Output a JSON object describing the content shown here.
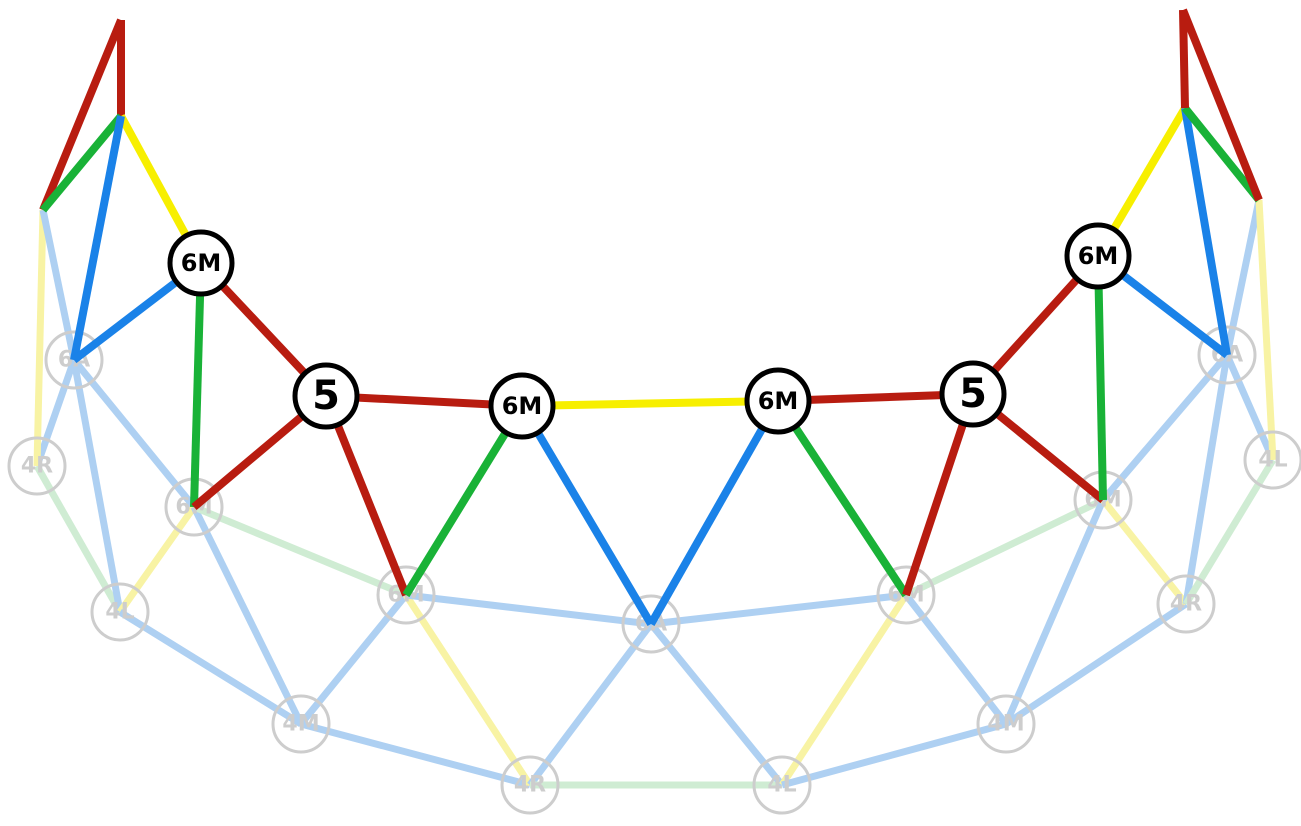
{
  "colors": {
    "red": "#b81c10",
    "green": "#19b237",
    "blue": "#1a82e8",
    "yellow": "#f7ef00",
    "faded_blue": "#aed0f2",
    "faded_green": "#cfecd3",
    "faded_yellow": "#f8f3a4",
    "faded_ring": "#cdcdcd",
    "ring": "#000000"
  },
  "nodes": [
    {
      "id": "tl_top",
      "kind": "point",
      "label": ""
    },
    {
      "id": "tl_mid",
      "kind": "point",
      "label": ""
    },
    {
      "id": "tl_left",
      "kind": "point",
      "label": ""
    },
    {
      "id": "tr_top",
      "kind": "point",
      "label": ""
    },
    {
      "id": "tr_mid",
      "kind": "point",
      "label": ""
    },
    {
      "id": "tr_right",
      "kind": "point",
      "label": ""
    },
    {
      "id": "a1",
      "kind": "hub",
      "label": "6M"
    },
    {
      "id": "a2",
      "kind": "hub",
      "label": "5"
    },
    {
      "id": "a3",
      "kind": "hub",
      "label": "6M"
    },
    {
      "id": "a4",
      "kind": "hub",
      "label": "6M"
    },
    {
      "id": "a5",
      "kind": "hub",
      "label": "5"
    },
    {
      "id": "a6",
      "kind": "hub",
      "label": "6M"
    },
    {
      "id": "f_4r_l",
      "kind": "faded-hub",
      "label": "4R"
    },
    {
      "id": "f_4l_r",
      "kind": "faded-hub",
      "label": "4L"
    },
    {
      "id": "f_6a_l",
      "kind": "faded-hub",
      "label": "6A"
    },
    {
      "id": "f_6a_r",
      "kind": "faded-hub",
      "label": "6A"
    },
    {
      "id": "f_6m_l",
      "kind": "faded-hub",
      "label": "6M"
    },
    {
      "id": "f_6m_r",
      "kind": "faded-hub",
      "label": "6M"
    },
    {
      "id": "f_4l_l",
      "kind": "faded-hub",
      "label": "4L"
    },
    {
      "id": "f_4r_r",
      "kind": "faded-hub",
      "label": "4R"
    },
    {
      "id": "f_6m_cl",
      "kind": "faded-hub",
      "label": "6M"
    },
    {
      "id": "f_6a_c",
      "kind": "faded-hub",
      "label": "6A"
    },
    {
      "id": "f_6m_cr",
      "kind": "faded-hub",
      "label": "6M"
    },
    {
      "id": "f_4m_l",
      "kind": "faded-hub",
      "label": "4M"
    },
    {
      "id": "f_4m_r",
      "kind": "faded-hub",
      "label": "4M"
    },
    {
      "id": "f_4r_b",
      "kind": "faded-hub",
      "label": "4R"
    },
    {
      "id": "f_4l_b",
      "kind": "faded-hub",
      "label": "4L"
    }
  ],
  "struts": [
    {
      "from": "f_4r_l",
      "to": "f_6a_l",
      "color": "faded_blue"
    },
    {
      "from": "f_4r_l",
      "to": "f_4l_l",
      "color": "faded_green"
    },
    {
      "from": "tl_left",
      "to": "f_4r_l",
      "color": "faded_yellow"
    },
    {
      "from": "tl_left",
      "to": "f_6a_l",
      "color": "faded_blue"
    },
    {
      "from": "f_6a_l",
      "to": "f_4l_l",
      "color": "faded_blue"
    },
    {
      "from": "f_6a_l",
      "to": "f_6m_l",
      "color": "faded_blue"
    },
    {
      "from": "f_4l_l",
      "to": "f_6m_l",
      "color": "faded_yellow"
    },
    {
      "from": "f_6m_l",
      "to": "f_4m_l",
      "color": "faded_blue"
    },
    {
      "from": "f_4l_l",
      "to": "f_4m_l",
      "color": "faded_blue"
    },
    {
      "from": "f_6m_l",
      "to": "f_6m_cl",
      "color": "faded_green"
    },
    {
      "from": "f_4m_l",
      "to": "f_6m_cl",
      "color": "faded_blue"
    },
    {
      "from": "f_4m_l",
      "to": "f_4r_b",
      "color": "faded_blue"
    },
    {
      "from": "f_6m_cl",
      "to": "f_4r_b",
      "color": "faded_yellow"
    },
    {
      "from": "f_6m_cl",
      "to": "f_6a_c",
      "color": "faded_blue"
    },
    {
      "from": "f_4r_b",
      "to": "f_6a_c",
      "color": "faded_blue"
    },
    {
      "from": "f_4r_b",
      "to": "f_4l_b",
      "color": "faded_green"
    },
    {
      "from": "f_6a_c",
      "to": "f_4l_b",
      "color": "faded_blue"
    },
    {
      "from": "f_6a_c",
      "to": "f_6m_cr",
      "color": "faded_blue"
    },
    {
      "from": "f_4l_b",
      "to": "f_6m_cr",
      "color": "faded_yellow"
    },
    {
      "from": "f_4l_b",
      "to": "f_4m_r",
      "color": "faded_blue"
    },
    {
      "from": "f_6m_cr",
      "to": "f_4m_r",
      "color": "faded_blue"
    },
    {
      "from": "f_6m_cr",
      "to": "f_6m_r",
      "color": "faded_green"
    },
    {
      "from": "f_4m_r",
      "to": "f_6m_r",
      "color": "faded_blue"
    },
    {
      "from": "f_4m_r",
      "to": "f_4r_r",
      "color": "faded_blue"
    },
    {
      "from": "f_6m_r",
      "to": "f_4r_r",
      "color": "faded_yellow"
    },
    {
      "from": "f_6m_r",
      "to": "f_6a_r",
      "color": "faded_blue"
    },
    {
      "from": "f_4r_r",
      "to": "f_6a_r",
      "color": "faded_blue"
    },
    {
      "from": "f_4r_r",
      "to": "f_4l_r",
      "color": "faded_green"
    },
    {
      "from": "f_6a_r",
      "to": "f_4l_r",
      "color": "faded_blue"
    },
    {
      "from": "f_6a_r",
      "to": "tr_right",
      "color": "faded_blue"
    },
    {
      "from": "tr_right",
      "to": "f_4l_r",
      "color": "faded_yellow"
    },
    {
      "from": "tl_top",
      "to": "tl_mid",
      "color": "red"
    },
    {
      "from": "tl_top",
      "to": "tl_left",
      "color": "red"
    },
    {
      "from": "tl_left",
      "to": "tl_mid",
      "color": "green"
    },
    {
      "from": "tl_mid",
      "to": "a1",
      "color": "yellow"
    },
    {
      "from": "tl_mid",
      "to": "f_6a_l",
      "color": "blue"
    },
    {
      "from": "f_6a_l",
      "to": "a1",
      "color": "blue"
    },
    {
      "from": "a1",
      "to": "f_6m_l",
      "color": "green"
    },
    {
      "from": "a1",
      "to": "a2",
      "color": "red"
    },
    {
      "from": "a2",
      "to": "f_6m_l",
      "color": "red"
    },
    {
      "from": "a2",
      "to": "a3",
      "color": "red"
    },
    {
      "from": "a2",
      "to": "f_6m_cl",
      "color": "red"
    },
    {
      "from": "a3",
      "to": "f_6m_cl",
      "color": "green"
    },
    {
      "from": "a3",
      "to": "a4",
      "color": "yellow"
    },
    {
      "from": "a3",
      "to": "f_6a_c",
      "color": "blue"
    },
    {
      "from": "a4",
      "to": "f_6a_c",
      "color": "blue"
    },
    {
      "from": "a4",
      "to": "f_6m_cr",
      "color": "green"
    },
    {
      "from": "a4",
      "to": "a5",
      "color": "red"
    },
    {
      "from": "a5",
      "to": "f_6m_cr",
      "color": "red"
    },
    {
      "from": "a5",
      "to": "f_6m_r",
      "color": "red"
    },
    {
      "from": "a5",
      "to": "a6",
      "color": "red"
    },
    {
      "from": "a6",
      "to": "f_6m_r",
      "color": "green"
    },
    {
      "from": "a6",
      "to": "f_6a_r",
      "color": "blue"
    },
    {
      "from": "a6",
      "to": "tr_mid",
      "color": "yellow"
    },
    {
      "from": "tr_mid",
      "to": "f_6a_r",
      "color": "blue"
    },
    {
      "from": "tr_mid",
      "to": "tr_right",
      "color": "green"
    },
    {
      "from": "tr_top",
      "to": "tr_mid",
      "color": "red"
    },
    {
      "from": "tr_top",
      "to": "tr_right",
      "color": "red"
    }
  ]
}
